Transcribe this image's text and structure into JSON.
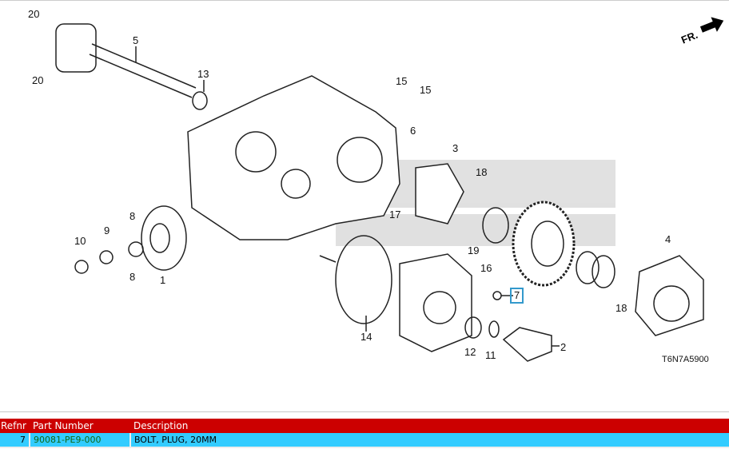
{
  "diagram": {
    "direction_label": "FR.",
    "code": "T6N7A5900",
    "callouts": [
      "20",
      "5",
      "20",
      "13",
      "15",
      "15",
      "6",
      "3",
      "18",
      "17",
      "10",
      "9",
      "8",
      "8",
      "1",
      "4",
      "19",
      "16",
      "7",
      "18",
      "14",
      "12",
      "11",
      "2"
    ]
  },
  "table": {
    "headers": {
      "refnr": "Refnr",
      "part_number": "Part Number",
      "description": "Description"
    },
    "rows": [
      {
        "refnr": "7",
        "part_number": "90081-PE9-000",
        "description": "BOLT, PLUG, 20MM"
      }
    ]
  },
  "colors": {
    "header": "#cc0000",
    "selected_row": "#33ccff",
    "part_number_text": "#116611",
    "highlight_box": "#3399cc"
  }
}
